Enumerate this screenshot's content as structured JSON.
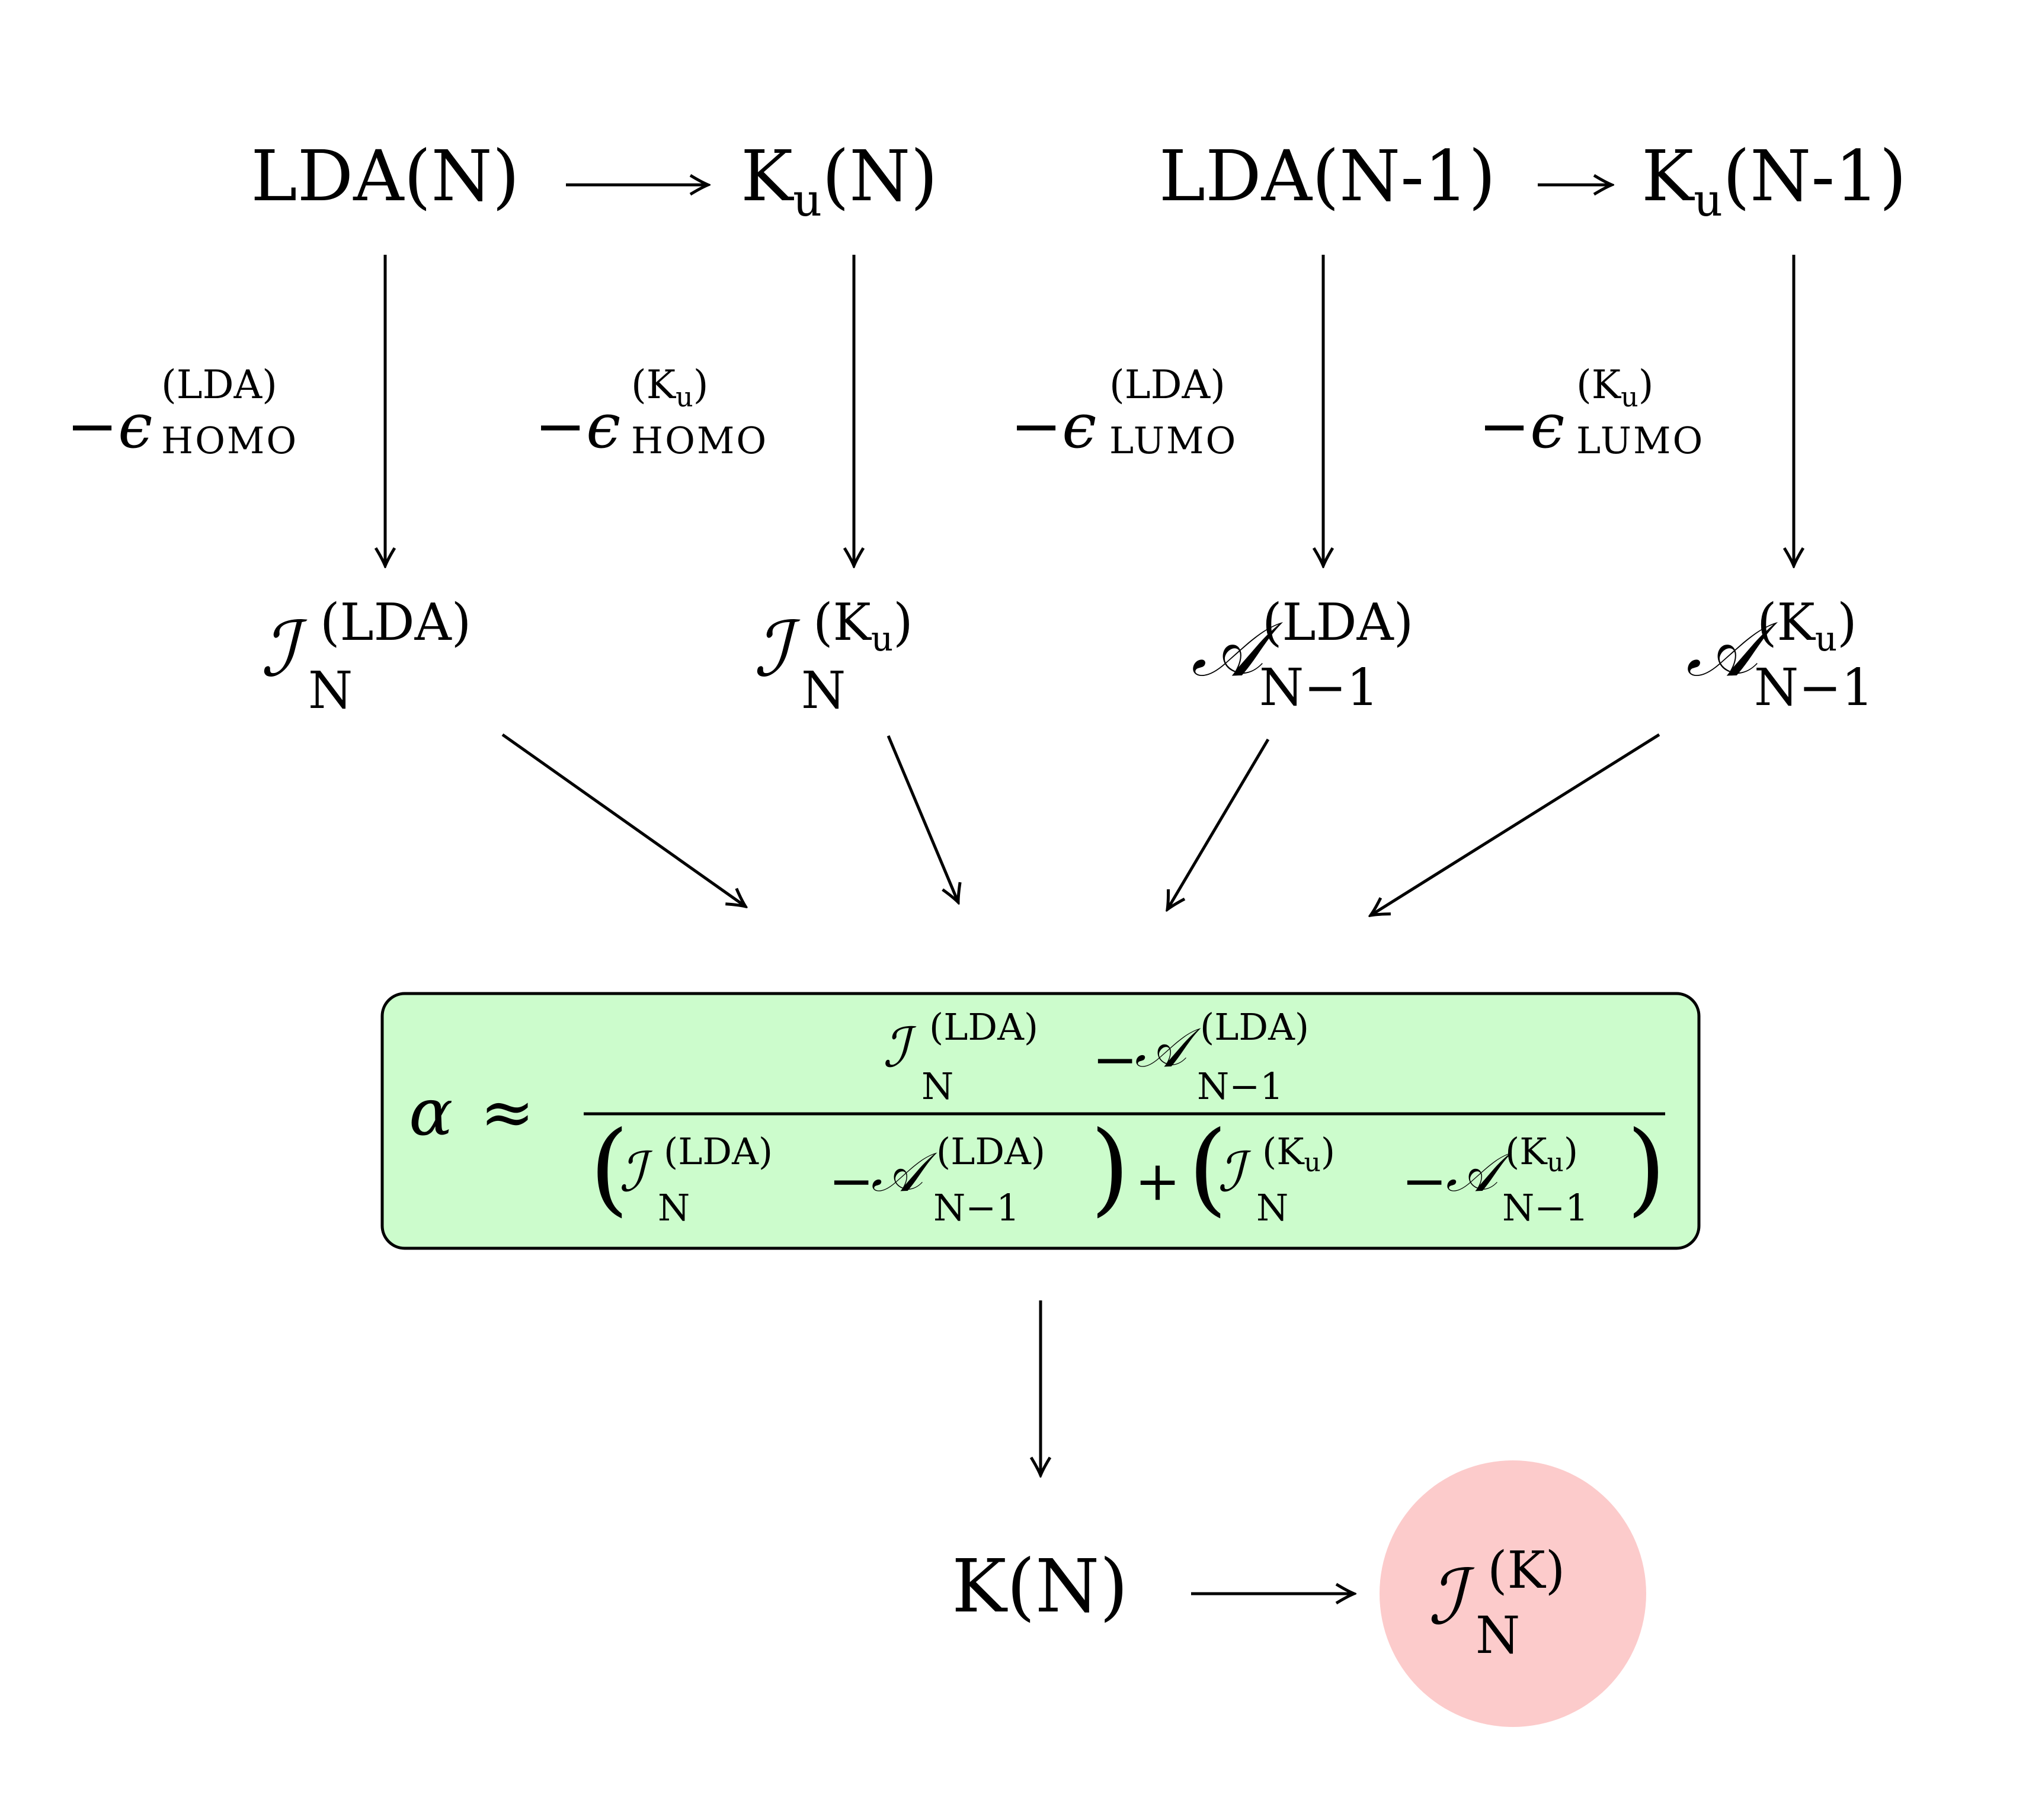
{
  "inputs": {
    "lda_n": {
      "base": "LDA(N)"
    },
    "ku_n": {
      "base": "K",
      "sub": "u",
      "tail": "(N)"
    },
    "lda_n1": {
      "base": "LDA(N-1)"
    },
    "ku_n1": {
      "base": "K",
      "sub": "u",
      "tail": "(N-1)"
    }
  },
  "edge_labels": {
    "homo_lda": {
      "minus": "−",
      "eps": "ϵ",
      "sup": "(LDA)",
      "sub": "HOMO"
    },
    "homo_ku": {
      "minus": "−",
      "eps": "ϵ",
      "sup_open": "(K",
      "sup_sub": "u",
      "sup_close": ")",
      "sub": "HOMO"
    },
    "lumo_lda": {
      "minus": "−",
      "eps": "ϵ",
      "sup": "(LDA)",
      "sub": "LUMO"
    },
    "lumo_ku": {
      "minus": "−",
      "eps": "ϵ",
      "sup_open": "(K",
      "sup_sub": "u",
      "sup_close": ")",
      "sub": "LUMO"
    }
  },
  "quantities": {
    "i_lda": {
      "symbol": "ℐ",
      "sup": "(LDA)",
      "sub": "N"
    },
    "i_ku": {
      "symbol": "ℐ",
      "sup_open": "(K",
      "sup_sub": "u",
      "sup_close": ")",
      "sub": "N"
    },
    "a_lda": {
      "symbol": "𝒜",
      "sup": "(LDA)",
      "sub": "N−1"
    },
    "a_ku": {
      "symbol": "𝒜",
      "sup_open": "(K",
      "sup_sub": "u",
      "sup_close": ")",
      "sub": "N−1"
    }
  },
  "formula": {
    "alpha": "α",
    "approx": "≈",
    "minus": "−",
    "plus": "+",
    "lparen": "(",
    "rparen": ")",
    "i_symbol": "ℐ",
    "a_symbol": "𝒜",
    "sup_lda": "(LDA)",
    "sup_ku_open": "(K",
    "sup_ku_sub": "u",
    "sup_ku_close": ")",
    "sub_n": "N",
    "sub_n1": "N−1"
  },
  "output": {
    "k_n": "K(N)",
    "result": {
      "symbol": "ℐ",
      "sup": "(K)",
      "sub": "N"
    }
  },
  "colors": {
    "formula_box_fill": "#ccfccc",
    "result_circle_fill": "#fccbcb",
    "stroke": "#000000"
  }
}
